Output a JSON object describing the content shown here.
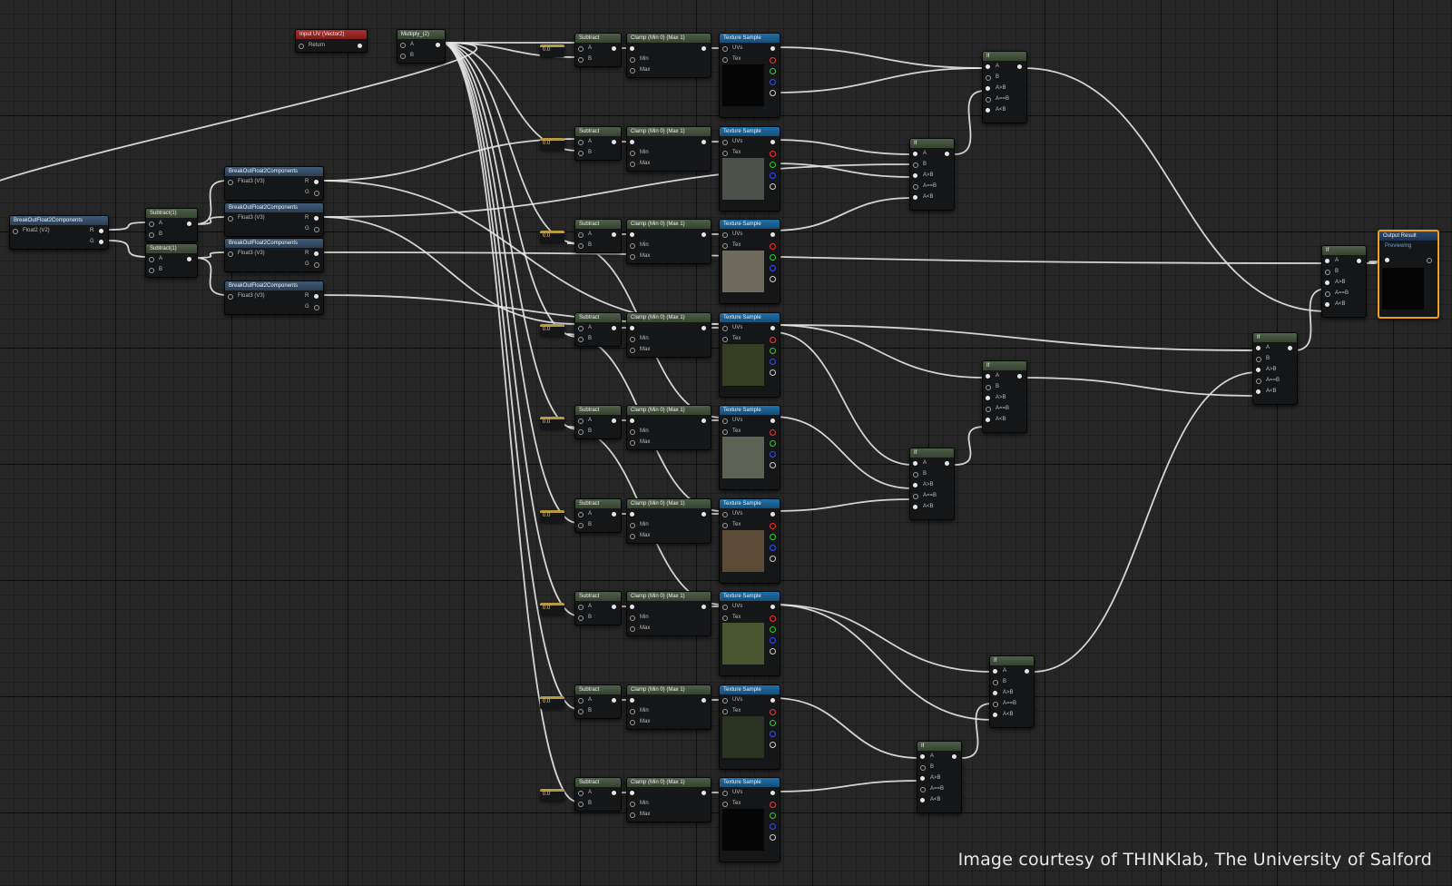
{
  "labels": {
    "input_uv": "Input UV (Vector2)",
    "input_uv_pin": "Return",
    "multiply": "Multiply_(2)",
    "break_out": "BreakOutFloat2Components",
    "break_out_pin": "Float2 (V2)",
    "break_out_b": "BreakOutFloat2Components",
    "break_out_b_pin": "Float3 (V3)",
    "subtract_1": "Subtract(1)",
    "subtract": "Subtract",
    "clamp": "Clamp (Min 0) (Max 1)",
    "texture_sample": "Texture Sample",
    "if": "If",
    "output": "Output Result",
    "output_sub": "Previewing",
    "pin_a": "A",
    "pin_b": "B",
    "pin_min": "Min",
    "pin_max": "Max",
    "pin_uvs": "UVs",
    "pin_tex": "Tex",
    "pin_agb": "A>B",
    "pin_aeb": "A==B",
    "pin_alb": "A<B",
    "pin_r": "R",
    "pin_g": "G",
    "const_value": "0.0"
  },
  "colors": {
    "wire": "#e8e8e8",
    "accent_output": "#f0a020",
    "pin_red": "#ff3030",
    "pin_green": "#30d030",
    "pin_blue": "#3050ff",
    "pin_alpha": "#cccccc"
  },
  "texture_swatches": [
    "#050505",
    "#4e504a",
    "#6e6a5e",
    "#353e22",
    "#5e6254",
    "#5c4c37",
    "#49552e",
    "#2a3222",
    "#050505"
  ],
  "credit": "Image courtesy of THINKlab, The University of Salford"
}
